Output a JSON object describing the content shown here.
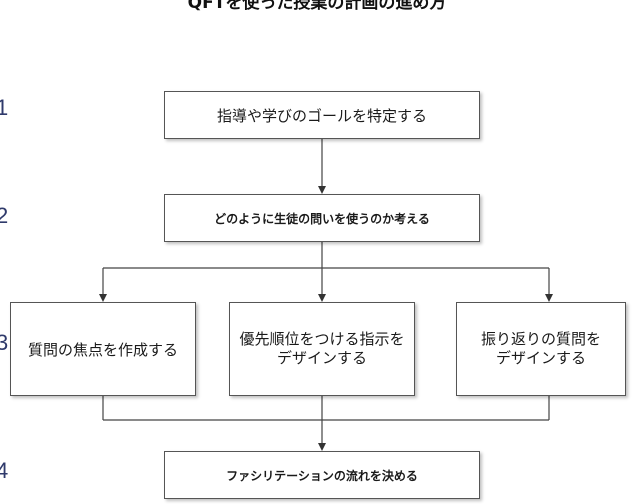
{
  "title": "QFTを使った授業の計画の進め方",
  "step_numbers": [
    "1",
    "2",
    "3",
    "4"
  ],
  "boxes": {
    "goal": "指導や学びのゴールを特定する",
    "usage": "どのように生徒の問いを使うのか考える",
    "focus": "質問の焦点を作成する",
    "priority": "優先順位をつける指示を\nデザインする",
    "reflection": "振り返りの質問を\nデザインする",
    "facilitation": "ファシリテーションの流れを決める"
  }
}
